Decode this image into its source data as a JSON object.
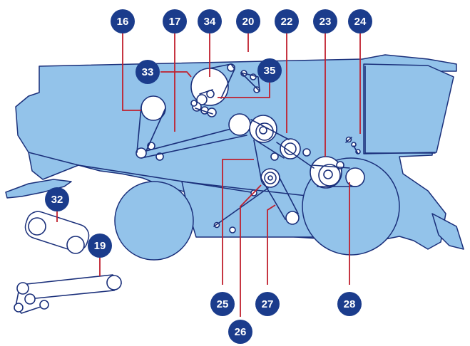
{
  "colors": {
    "machine_body": "#93c3ea",
    "outline": "#1a2f7a",
    "badge": "#1b3c8c",
    "leader_line": "#c0202e",
    "label_text": "#ffffff"
  },
  "labels": {
    "l16": "16",
    "l17": "17",
    "l34": "34",
    "l20": "20",
    "l22": "22",
    "l23": "23",
    "l24": "24",
    "l33": "33",
    "l35": "35",
    "l32": "32",
    "l19": "19",
    "l25": "25",
    "l26": "26",
    "l27": "27",
    "l28": "28"
  }
}
